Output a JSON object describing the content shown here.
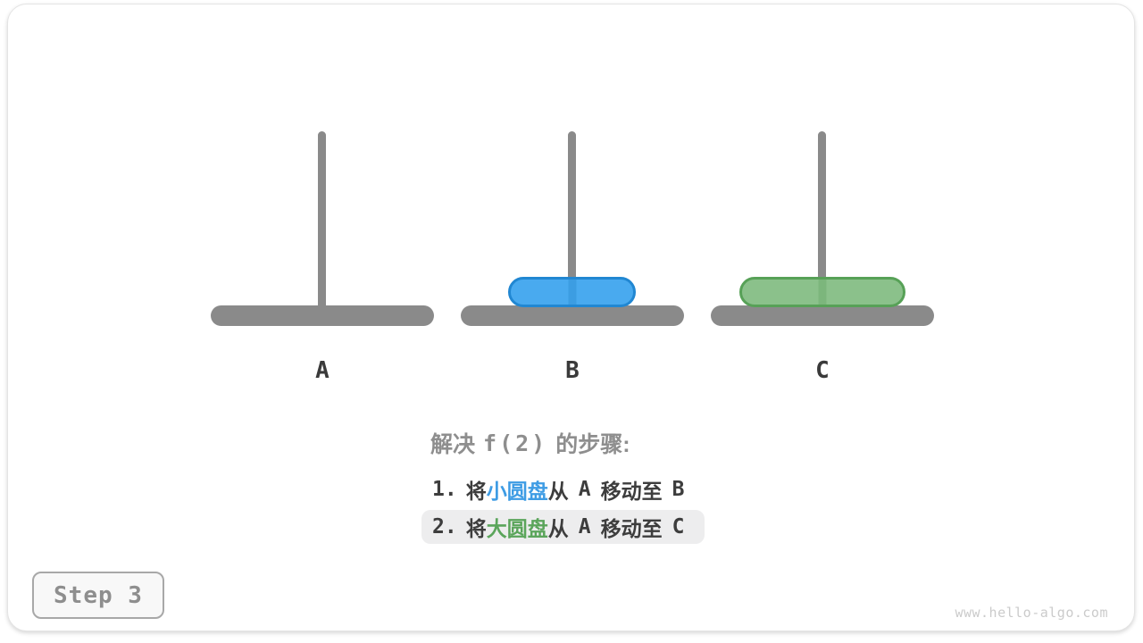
{
  "figure": {
    "watermark": "www.hello-algo.com",
    "step_badge": "Step 3"
  },
  "pegs": [
    {
      "label": "A"
    },
    {
      "label": "B"
    },
    {
      "label": "C"
    }
  ],
  "disks": [
    {
      "name": "small-disk",
      "on_peg": "B",
      "fill": "#49aaef",
      "border": "#2187d2",
      "style": "background:#49aaef;border:3px solid #2187d2",
      "stripe_style": "background:#3c9de2"
    },
    {
      "name": "large-disk",
      "on_peg": "C",
      "fill": "#8bc18b",
      "border": "#57a157",
      "style": "background:#8bc18b;border:3px solid #57a157",
      "stripe_style": "background:#7cb67c"
    }
  ],
  "solution": {
    "title_prefix": "解决",
    "title_code": "f(2)",
    "title_suffix": "的步骤:",
    "steps": [
      {
        "num": "1.",
        "verb": "将",
        "disk": "小圆盘",
        "disk_style": "color:#3e9ce4",
        "from_word": "从",
        "from": "A",
        "move_word": "移动至",
        "to": "B",
        "highlighted": false
      },
      {
        "num": "2.",
        "verb": "将",
        "disk": "大圆盘",
        "disk_style": "color:#5ba55b",
        "from_word": "从",
        "from": "A",
        "move_word": "移动至",
        "to": "C",
        "highlighted": true
      }
    ]
  },
  "colors": {
    "peg_gray": "#8a8a8a",
    "label_dark": "#3a3a3a",
    "title_gray": "#8e8e8e",
    "step_text": "#3d3d3d",
    "highlight_bg": "#ededee",
    "badge_text": "#8e8e8e",
    "watermark_gray": "#cbcbcb",
    "disk_blue": "#49aaef",
    "disk_green": "#8bc18b"
  }
}
